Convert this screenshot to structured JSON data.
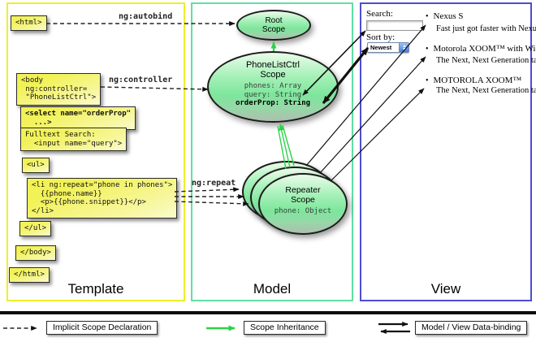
{
  "columns": {
    "template": {
      "label": "Template"
    },
    "model": {
      "label": "Model"
    },
    "view": {
      "label": "View"
    }
  },
  "labels": {
    "autobind": "ng:autobind",
    "controller": "ng:controller",
    "repeat": "ng:repeat"
  },
  "template_code": {
    "html_open": "<html>",
    "body_open": "<body\n ng:controller=\n \"PhoneListCtrl\">",
    "select": "<select name=\"orderProp\"\n  ...>",
    "fulltext": "Fulltext Search:\n  <input name=\"query\">",
    "ul_open": "<ul>",
    "li_repeat": "<li ng:repeat=\"phone in phones\">\n  {{phone.name}}\n  <p>{{phone.snippet}}</p>\n</li>",
    "ul_close": "</ul>",
    "body_close": "</body>",
    "html_close": "</html>"
  },
  "model": {
    "root_scope": {
      "title": "Root\nScope"
    },
    "phonelist_scope": {
      "title": "PhoneListCtrl\nScope",
      "prop_phones": "phones: Array",
      "prop_query": "query: String",
      "prop_orderprop": "orderProp: String"
    },
    "repeater_scope": {
      "title": "Repeater\nScope",
      "prop_phone": "phone: Object"
    }
  },
  "view": {
    "search_label": "Search:",
    "search_value": "",
    "sort_label": "Sort by:",
    "sort_value": "Newest",
    "bullet": "•",
    "items": [
      {
        "title": "Nexus S",
        "desc": "Fast just got faster with Nexus S."
      },
      {
        "title": "Motorola XOOM™ with Wi-Fi",
        "desc": "The Next, Next Generation tablet."
      },
      {
        "title": "MOTOROLA XOOM™",
        "desc": "The Next, Next Generation tablet."
      }
    ]
  },
  "legend": {
    "implicit": "Implicit Scope Declaration",
    "inheritance": "Scope Inheritance",
    "binding": "Model / View Data-binding"
  },
  "colors": {
    "template_border": "#f0ee2a",
    "model_border": "#5fe0a2",
    "view_border": "#4d4dd2",
    "code_box_yellow": "#f2f257",
    "scope_green": "#7de69c",
    "inheritance_arrow_green": "#2bd348",
    "arrow_black": "#111111"
  }
}
